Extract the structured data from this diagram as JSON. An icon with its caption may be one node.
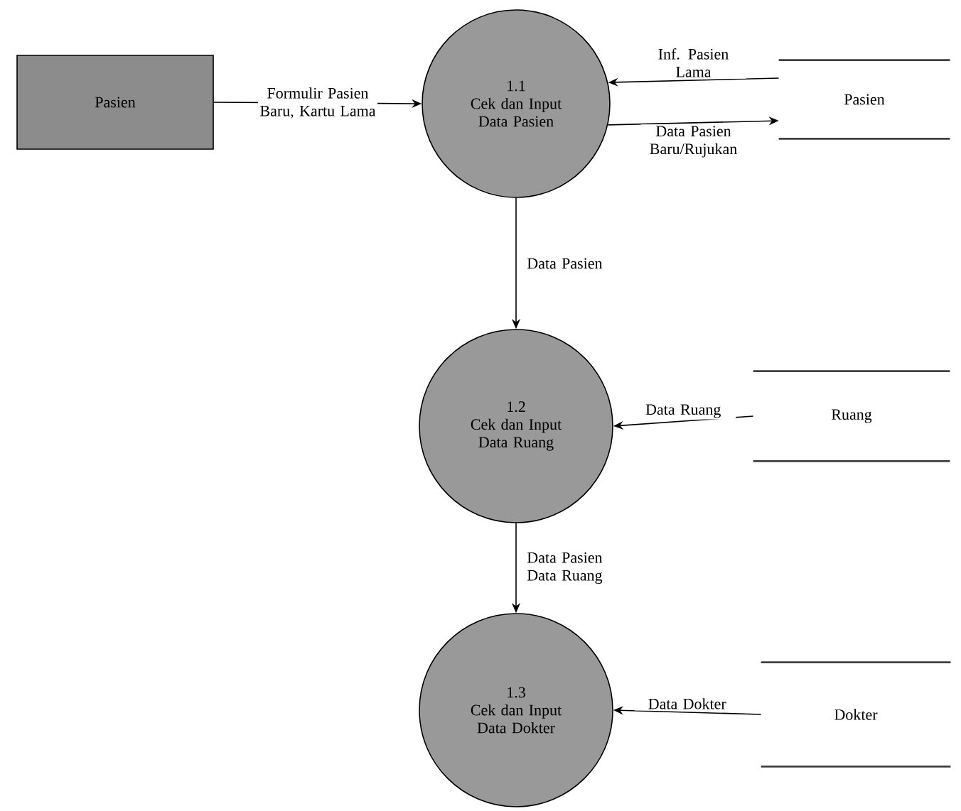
{
  "diagram": {
    "nodes": [
      {
        "text": [
          "Pasien"
        ]
      },
      {
        "text": [
          "1.1",
          "Cek dan Input Data Pasien"
        ]
      },
      {
        "text": [
          "Pasien"
        ]
      },
      {
        "text": [
          "1.2",
          "Cek dan Input Data Ruang"
        ]
      },
      {
        "text": [
          "Ruang"
        ]
      },
      {
        "text": [
          "1.3",
          "Cek dan Input Data Dokter"
        ]
      },
      {
        "text": [
          "Dokter"
        ]
      }
    ],
    "edges": [
      {
        "from": 0,
        "to": 1,
        "arrow": "to",
        "label": "Formulir Pasien Baru, Kartu Lama"
      },
      {
        "from": 2,
        "to": 1,
        "arrow": "to",
        "label": "Inf. Pasien Lama"
      },
      {
        "from": 1,
        "to": 2,
        "arrow": "to",
        "label": "Data Pasien Baru/Rujukan"
      },
      {
        "from": 1,
        "to": 3,
        "arrow": "to",
        "label": "Data Pasien"
      },
      {
        "from": 4,
        "to": 3,
        "arrow": "to",
        "label": "Data Ruang"
      },
      {
        "from": 3,
        "to": 5,
        "arrow": "to",
        "label": "Data Pasien Data Ruang"
      },
      {
        "from": 6,
        "to": 5,
        "arrow": "to",
        "label": "Data Dokter"
      }
    ]
  }
}
